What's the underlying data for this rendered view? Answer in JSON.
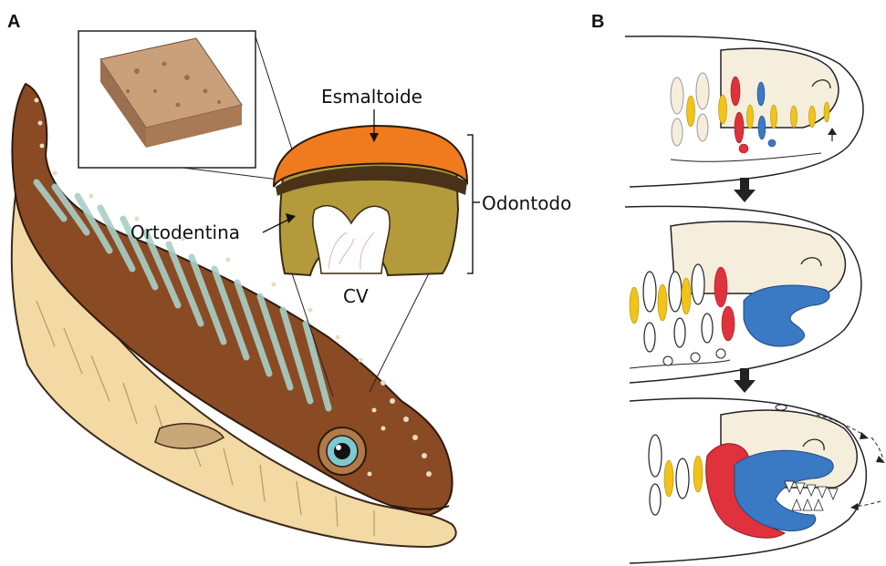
{
  "panel_a": {
    "letter": "A",
    "labels": {
      "enamel": "Esmaltoide",
      "dentine": "Ortodentina",
      "odontode": "Odontodo",
      "cavity": "CV"
    }
  },
  "panel_b": {
    "letter": "B"
  },
  "colors": {
    "enamel": "#f07a1e",
    "dentine": "#b39b3c",
    "fish_brown": "#8a4a24",
    "fish_belly": "#f3d9a4",
    "stripe_blue": "#a9cfc8",
    "arch_red": "#e0323c",
    "arch_blue": "#3a79c4",
    "arch_yellow": "#f2c318"
  }
}
